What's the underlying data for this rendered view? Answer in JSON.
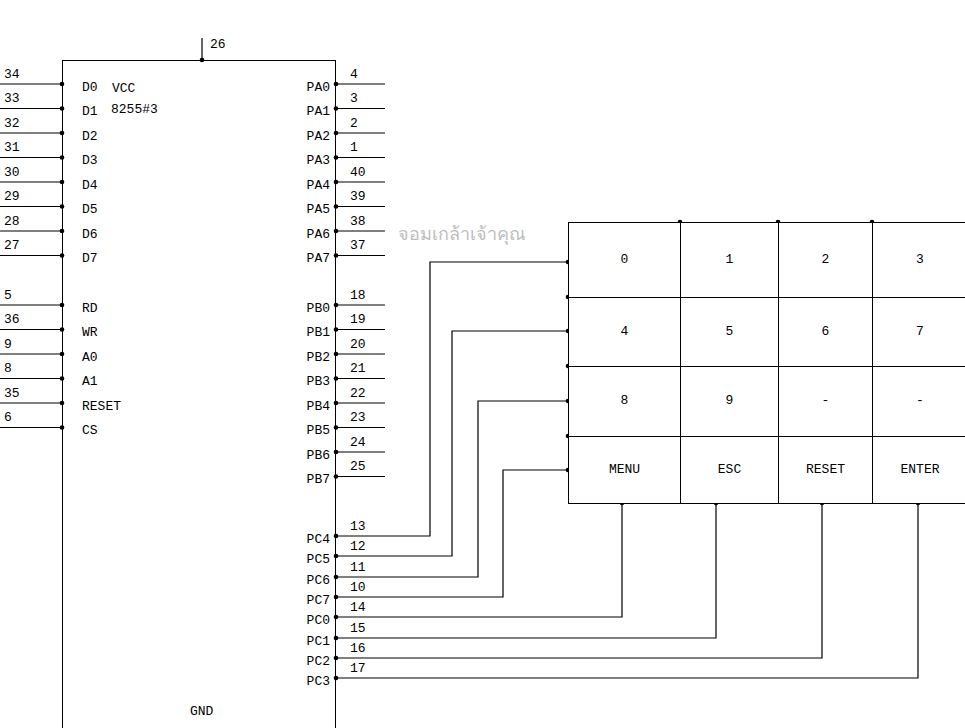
{
  "diagram": {
    "nodes": [
      {
        "text": [
          "8255#3"
        ]
      },
      {
        "text": [
          "0"
        ]
      },
      {
        "text": [
          "1"
        ]
      },
      {
        "text": [
          "2"
        ]
      },
      {
        "text": [
          "3"
        ]
      },
      {
        "text": [
          "4"
        ]
      },
      {
        "text": [
          "5"
        ]
      },
      {
        "text": [
          "6"
        ]
      },
      {
        "text": [
          "7"
        ]
      },
      {
        "text": [
          "8"
        ]
      },
      {
        "text": [
          "9"
        ]
      },
      {
        "text": [
          "-"
        ]
      },
      {
        "text": [
          "-"
        ]
      },
      {
        "text": [
          "MENU"
        ]
      },
      {
        "text": [
          "ESC"
        ]
      },
      {
        "text": [
          "RESET"
        ]
      },
      {
        "text": [
          "ENTER"
        ]
      }
    ],
    "labels": [
      "26",
      "VCC",
      "34",
      "33",
      "32",
      "31",
      "30",
      "29",
      "28",
      "27",
      "5",
      "36",
      "9",
      "8",
      "35",
      "6",
      "D0",
      "D1",
      "D2",
      "D3",
      "D4",
      "D5",
      "D6",
      "D7",
      "RD",
      "WR",
      "A0",
      "A1",
      "RESET",
      "CS",
      "PA0",
      "PA1",
      "PA2",
      "PA3",
      "PA4",
      "PA5",
      "PA6",
      "PA7",
      "PB0",
      "PB1",
      "PB2",
      "PB3",
      "PB4",
      "PB5",
      "PB6",
      "PB7",
      "PC4",
      "PC5",
      "PC6",
      "PC7",
      "PC0",
      "PC1",
      "PC2",
      "PC3",
      "4",
      "3",
      "2",
      "1",
      "40",
      "39",
      "38",
      "37",
      "18",
      "19",
      "20",
      "21",
      "22",
      "23",
      "24",
      "25",
      "13",
      "12",
      "11",
      "10",
      "14",
      "15",
      "16",
      "17",
      "GND",
      "จอมเกล้าเจ้าคุณ"
    ]
  }
}
